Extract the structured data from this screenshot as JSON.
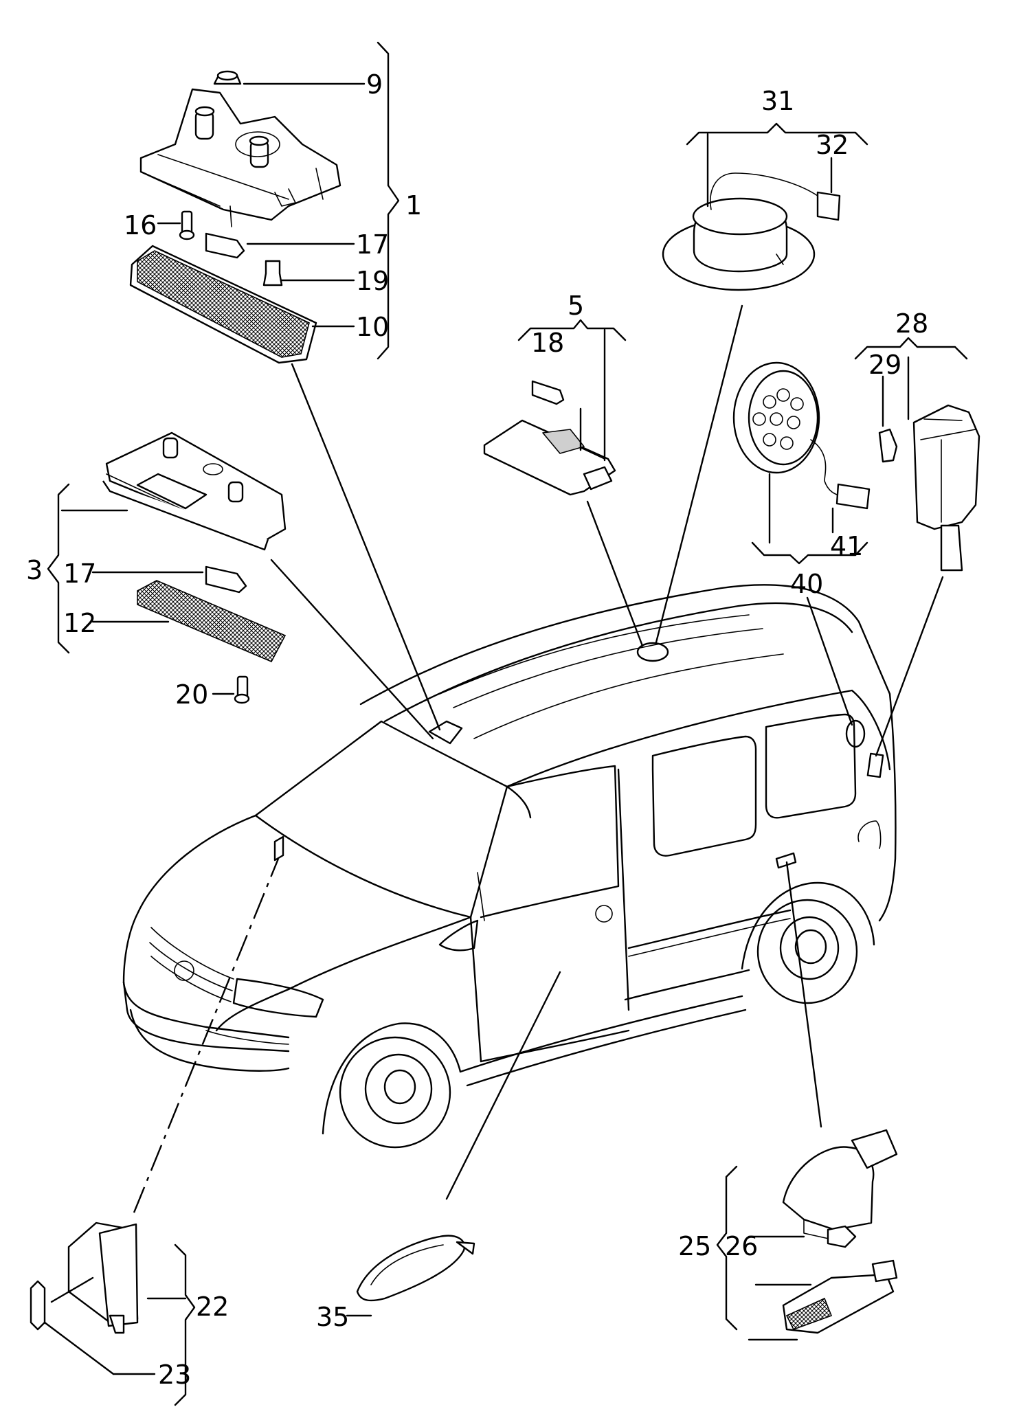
{
  "diagram": {
    "title": "Interior lights parts diagram",
    "callouts": {
      "c1": "1",
      "c3": "3",
      "c5": "5",
      "c9": "9",
      "c10": "10",
      "c12": "12",
      "c16": "16",
      "c17a": "17",
      "c17b": "17",
      "c18": "18",
      "c19": "19",
      "c20": "20",
      "c22": "22",
      "c23": "23",
      "c25": "25",
      "c26": "26",
      "c28": "28",
      "c29": "29",
      "c31": "31",
      "c32": "32",
      "c35": "35",
      "c40": "40",
      "c41": "41"
    }
  }
}
